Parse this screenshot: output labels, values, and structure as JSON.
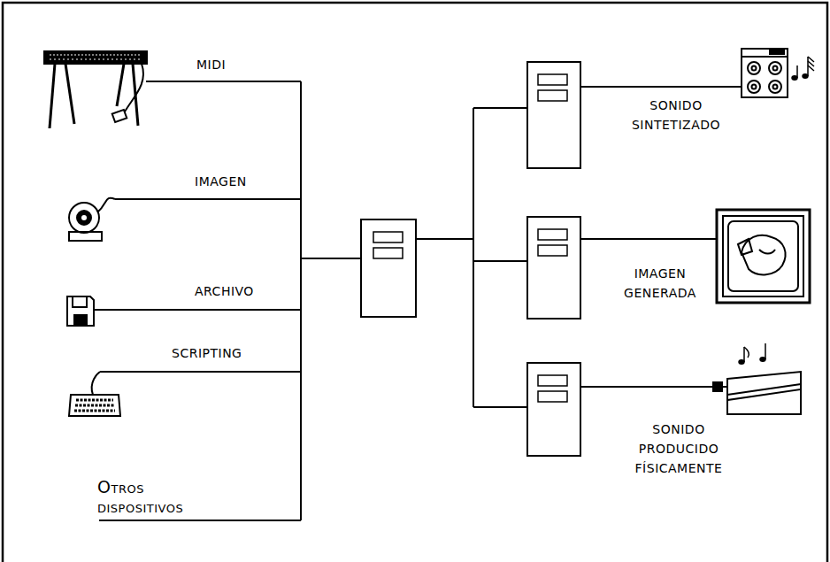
{
  "diagram": {
    "labels": [
      "MIDI",
      "IMAGEN",
      "ARCHIVO",
      "SCRIPTING",
      "OTROS DISPOSITIVOS",
      "SONIDO SINTETIZADO",
      "IMAGEN GENERADA",
      "SONIDO PRODUCIDO FÍSICAMENTE"
    ]
  }
}
